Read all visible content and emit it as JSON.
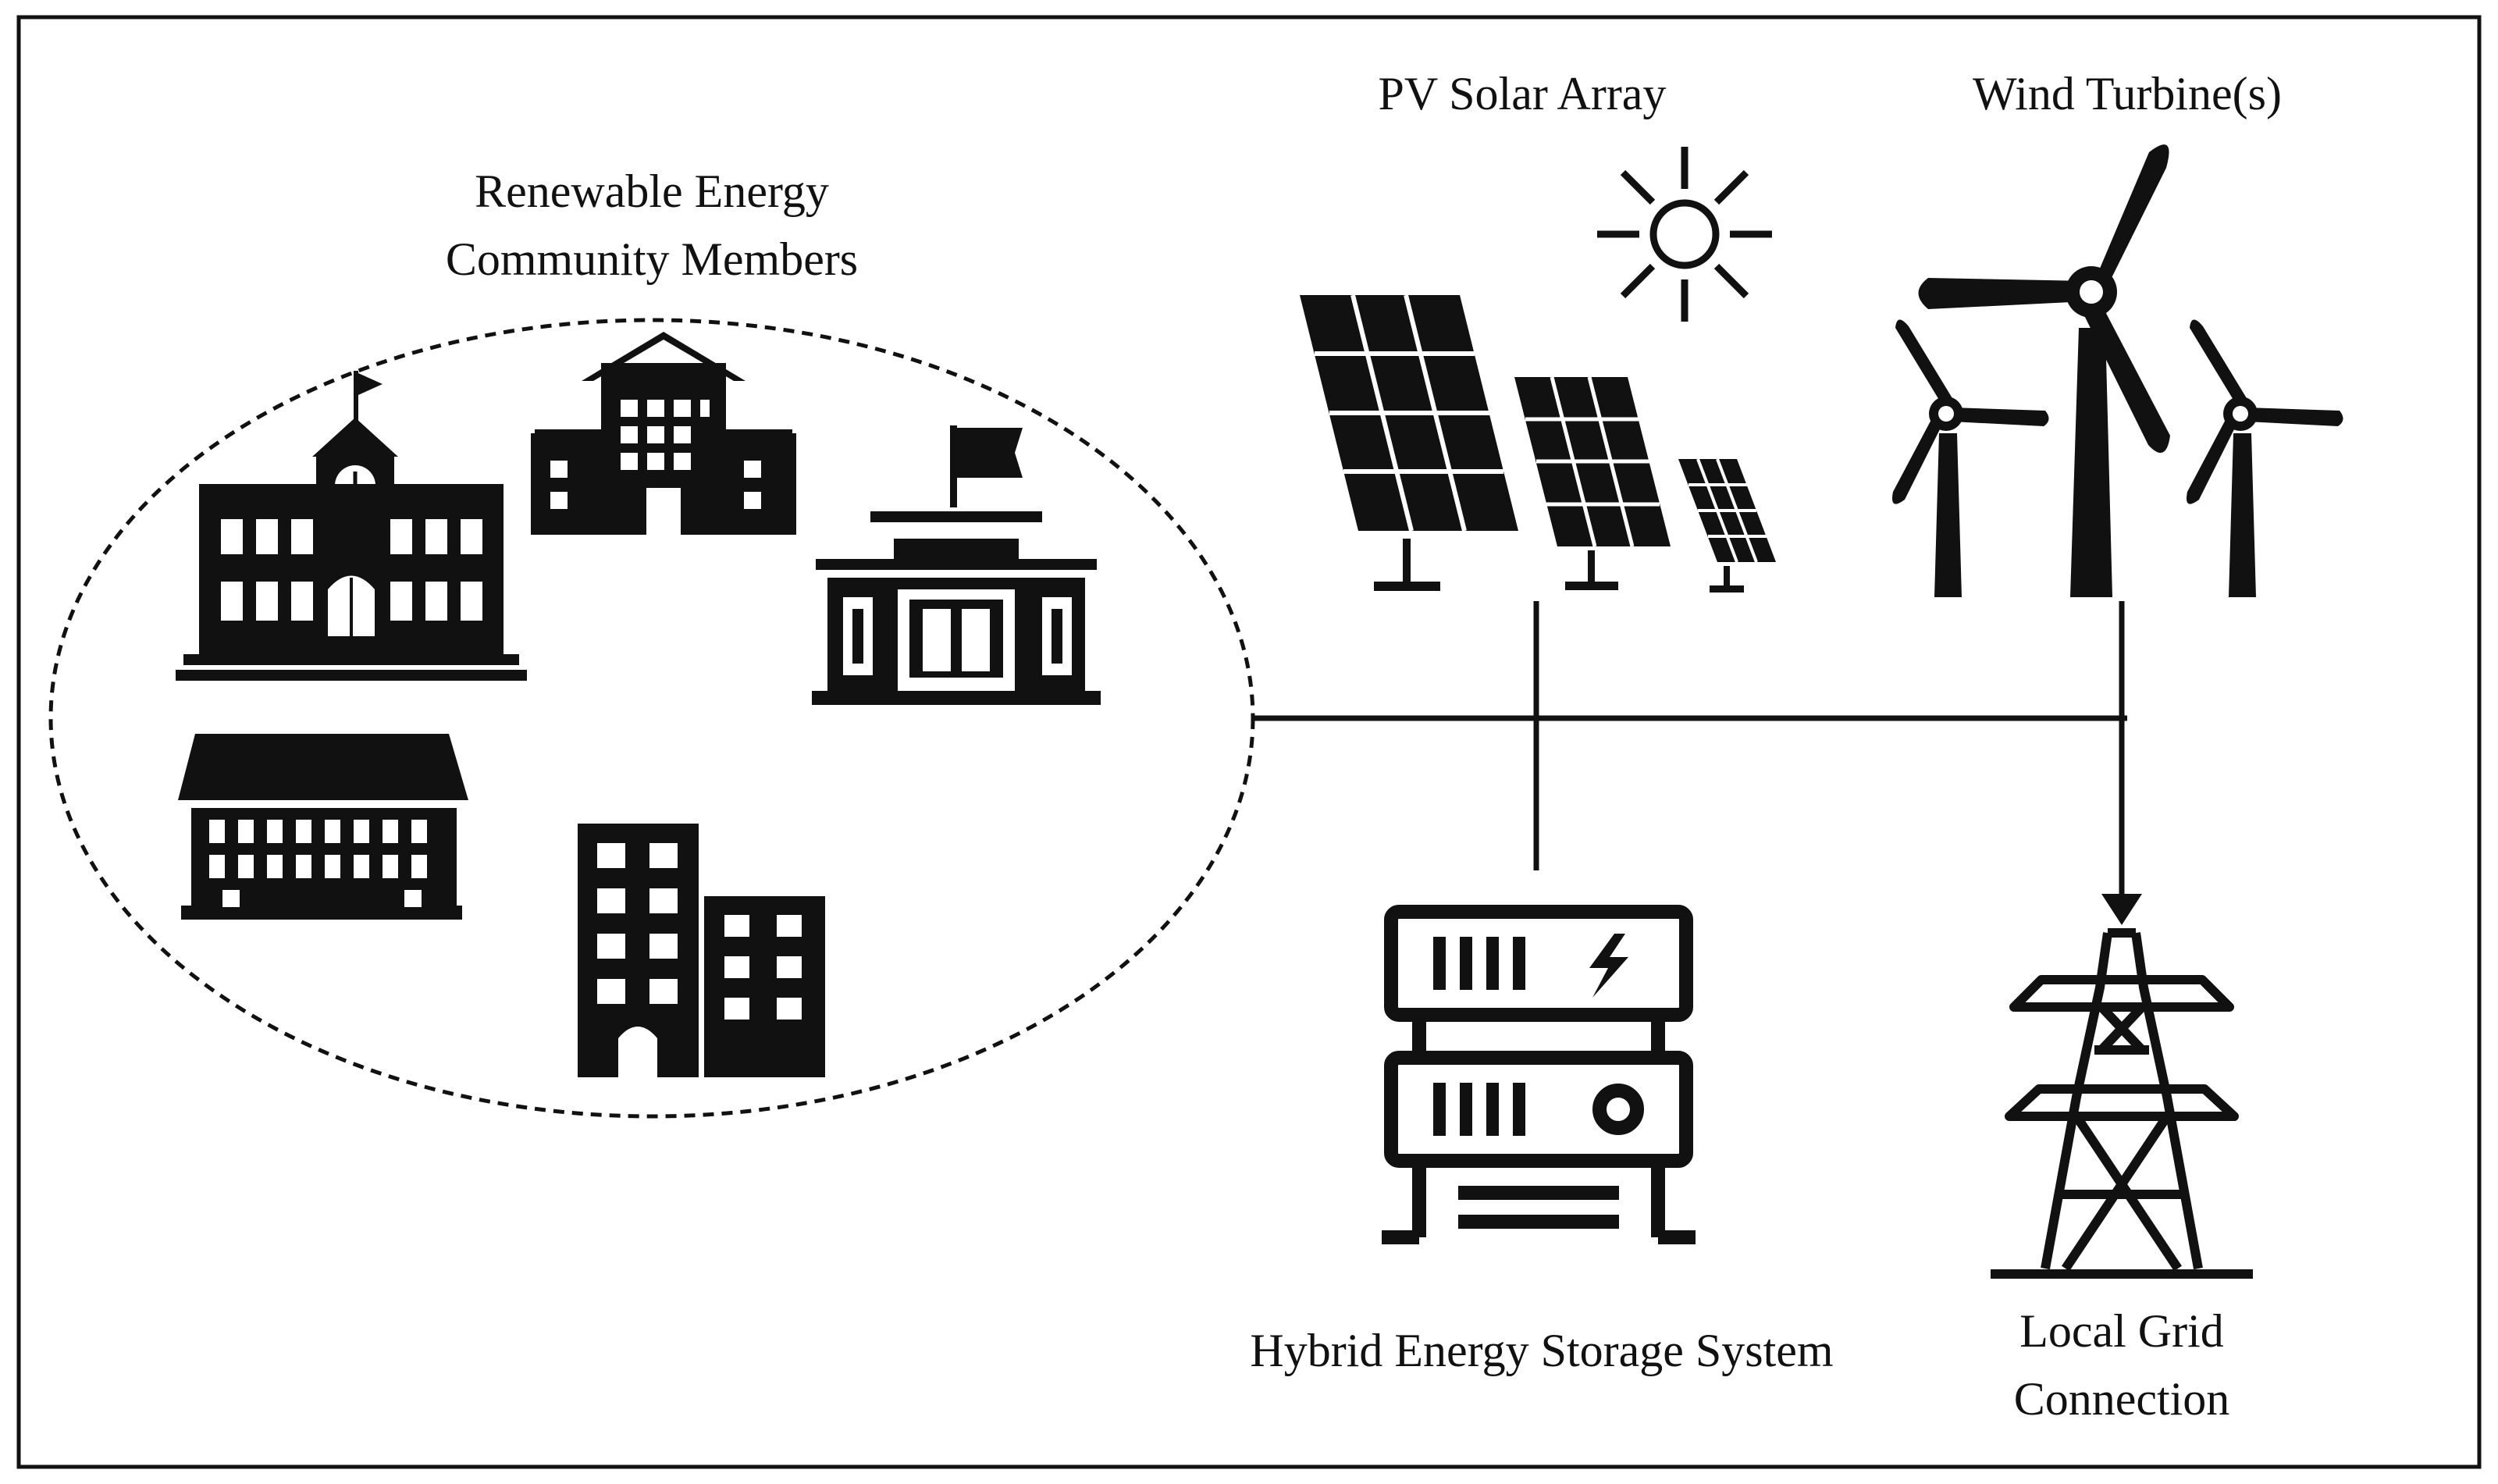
{
  "labels": {
    "community_line1": "Renewable Energy",
    "community_line2": "Community Members",
    "pv": "PV Solar Array",
    "wind": "Wind Turbine(s)",
    "storage": "Hybrid Energy Storage System",
    "grid_line1": "Local Grid",
    "grid_line2": "Connection"
  },
  "colors": {
    "ink": "#111111",
    "background": "#ffffff"
  }
}
